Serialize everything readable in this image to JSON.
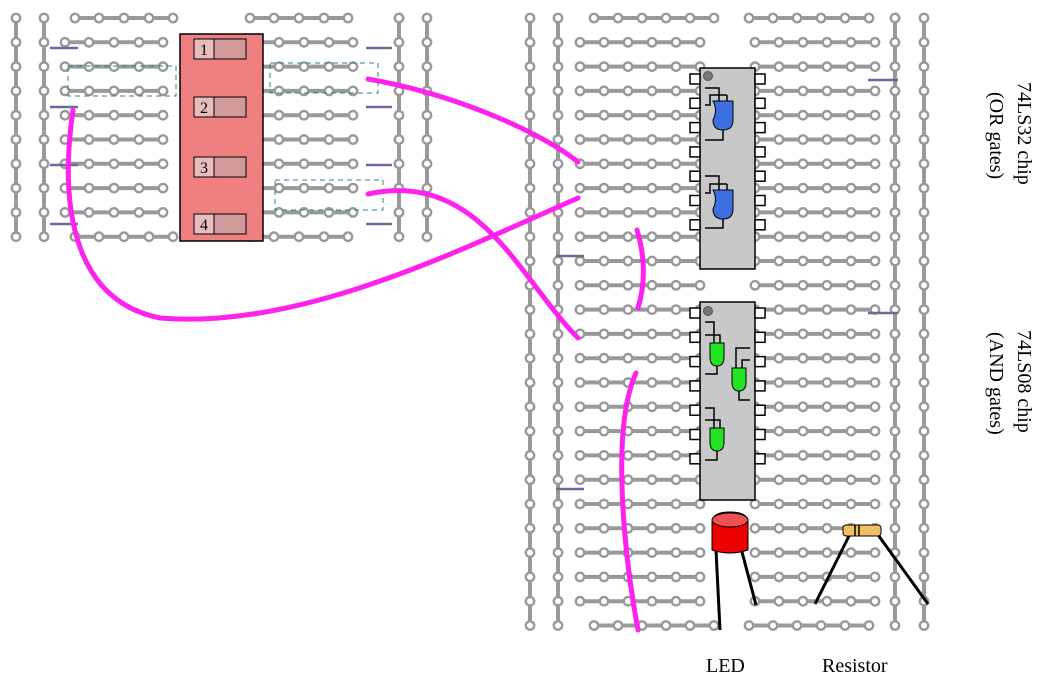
{
  "labels": {
    "or_chip": "74LS32 chip",
    "or_chip_sub": "(OR gates)",
    "and_chip": "74LS08 chip",
    "and_chip_sub": "(AND gates)",
    "led": "LED",
    "resistor": "Resistor"
  },
  "dip_switch": {
    "switches": [
      "1",
      "2",
      "3",
      "4"
    ]
  },
  "colors": {
    "wire": "#ff22ee",
    "breadboard_trace": "#999999",
    "jumper": "#6a6a9a",
    "dip_switch": "#f08080",
    "or_gate": "#3c6fe0",
    "and_gate": "#22e422",
    "chip": "#c8c8c8",
    "led": "#ee0000",
    "resistor": "#f0c060"
  },
  "icons": {
    "led": "led-icon",
    "resistor": "resistor-icon",
    "or_gate": "or-gate-icon",
    "and_gate": "and-gate-icon"
  }
}
